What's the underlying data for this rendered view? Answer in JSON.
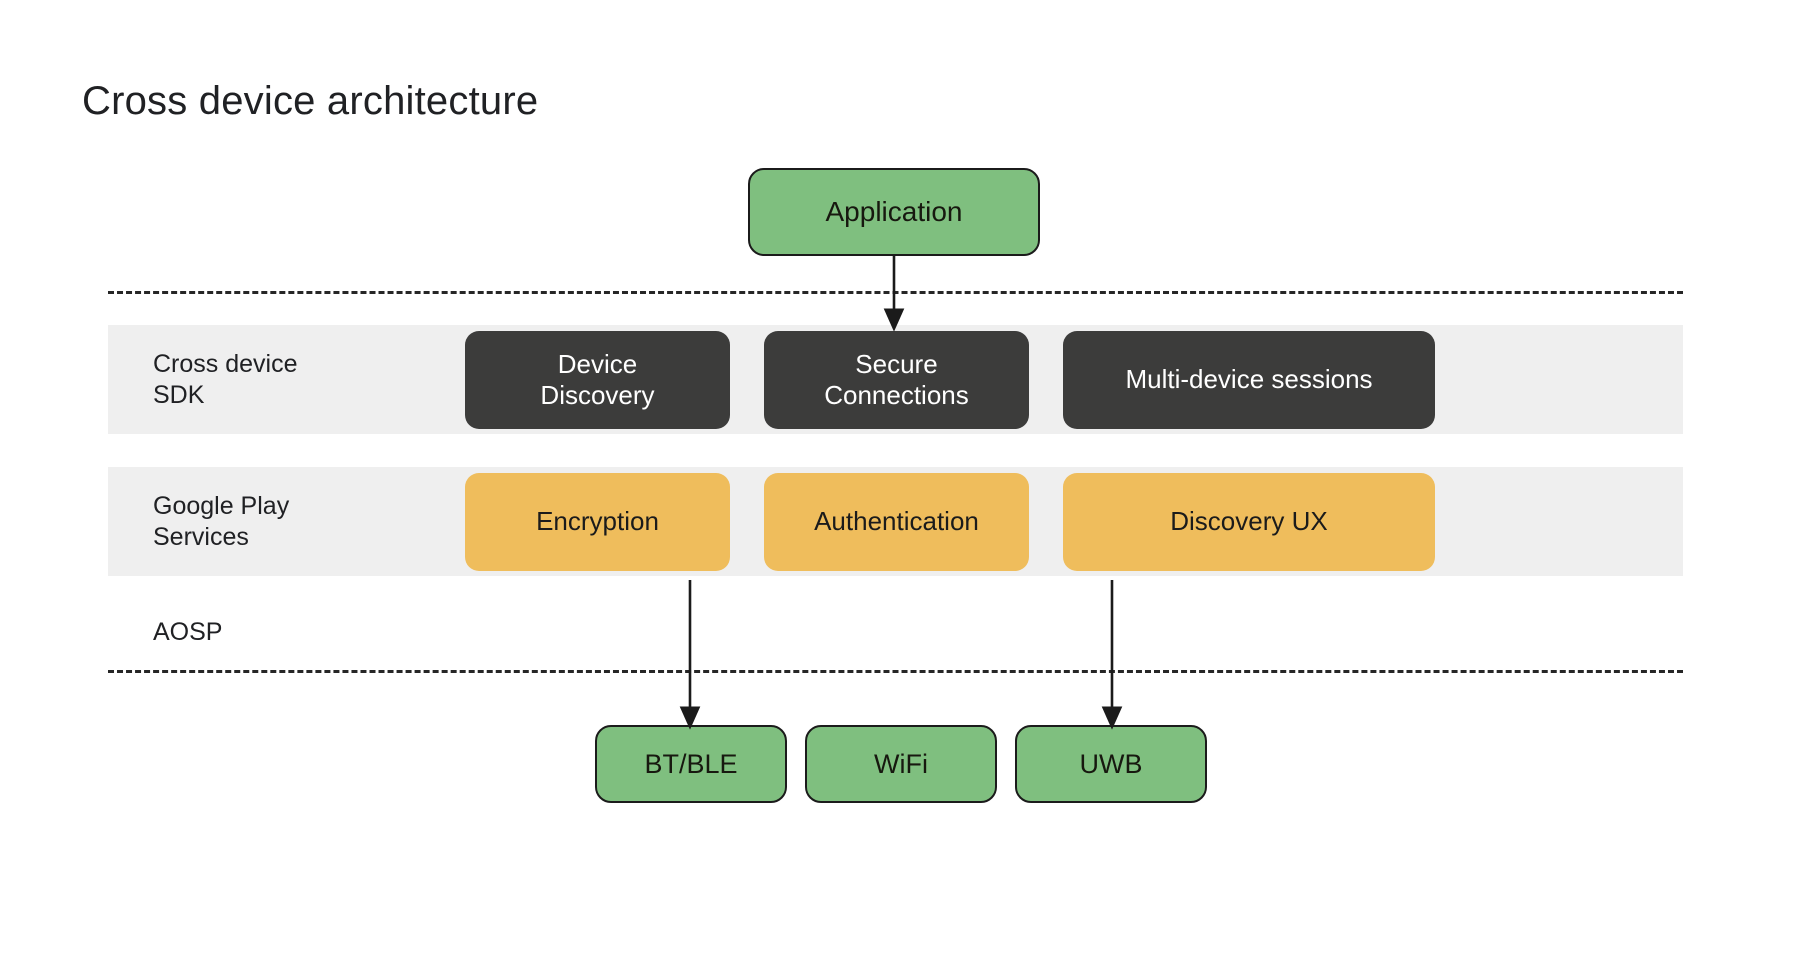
{
  "page": {
    "title": "Cross device architecture",
    "background_color": "#FFFFFF"
  },
  "colors": {
    "green": "#7FBF7F",
    "amber": "#EFBD5C",
    "dark": "#3C3C3B",
    "band": "#EFEFEF",
    "outline": "#1B1B1B",
    "text": "#202124"
  },
  "diagram": {
    "application": {
      "label": "Application"
    },
    "layers": [
      {
        "name": "Cross device\nSDK",
        "style": "dark",
        "items": [
          {
            "label": "Device\nDiscovery"
          },
          {
            "label": "Secure\nConnections"
          },
          {
            "label": "Multi-device sessions"
          }
        ]
      },
      {
        "name": "Google Play\nServices",
        "style": "amber",
        "items": [
          {
            "label": "Encryption"
          },
          {
            "label": "Authentication"
          },
          {
            "label": "Discovery UX"
          }
        ]
      }
    ],
    "aosp_label": "AOSP",
    "transports": [
      {
        "label": "BT/BLE"
      },
      {
        "label": "WiFi"
      },
      {
        "label": "UWB"
      }
    ],
    "connectors": [
      {
        "from": "Application",
        "to": "Secure Connections"
      },
      {
        "from": "Encryption",
        "to": "BT/BLE"
      },
      {
        "from": "Discovery UX",
        "to": "UWB"
      }
    ]
  }
}
